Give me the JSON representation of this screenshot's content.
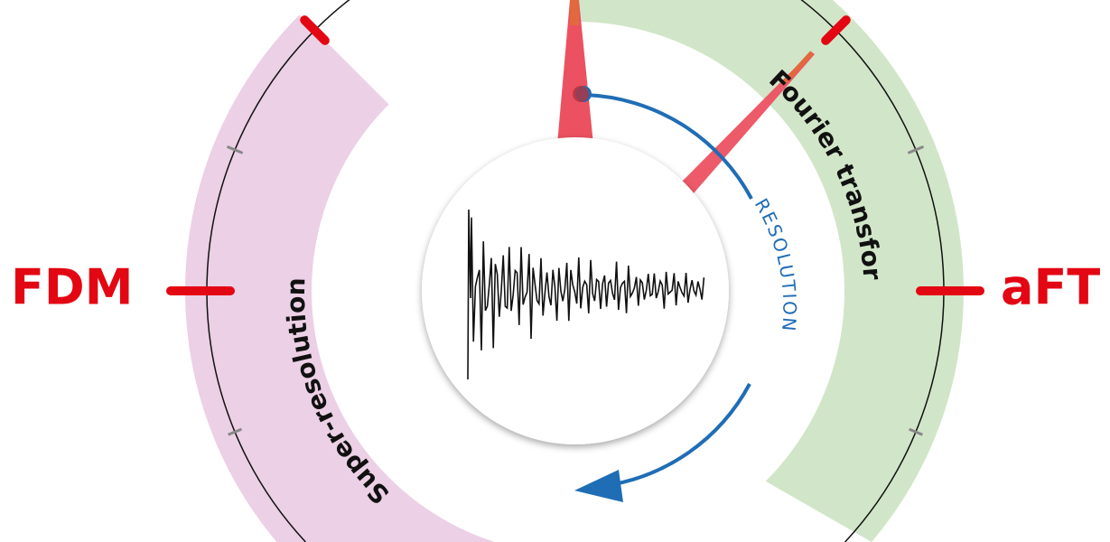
{
  "labels": {
    "left": "FDM",
    "right": "aFT"
  },
  "bands": {
    "left": "Super-resolution",
    "right": "Fourier transform"
  },
  "arrow_label": "RESOLUTION",
  "colors": {
    "red": "#e30613",
    "needle": "#ec5161",
    "pink": "#ecd0e5",
    "green": "#d1e6c8",
    "blue": "#1f6db5"
  }
}
